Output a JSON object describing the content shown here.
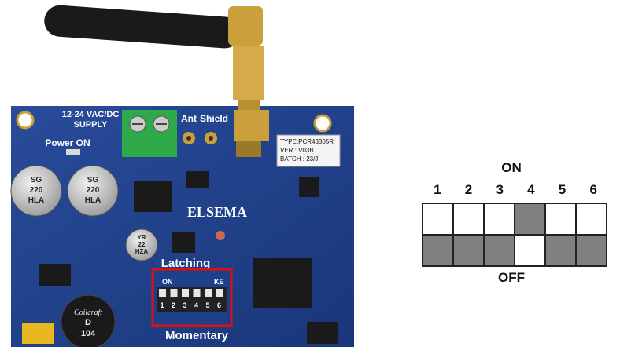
{
  "photo": {
    "board_labels": {
      "supply": "12-24 VAC/DC\nSUPPLY",
      "supply_line1": "12-24 VAC/DC",
      "supply_line2": "SUPPLY",
      "power_on": "Power ON",
      "ant": "Ant",
      "shield": "Shield",
      "brand": "ELSEMA",
      "latching": "Latching",
      "momentary": "Momentary",
      "dip_on": "ON",
      "dip_ke": "KE",
      "dip_numbers": [
        "1",
        "2",
        "3",
        "4",
        "5",
        "6"
      ]
    },
    "sticker": {
      "type": "TYPE:PCR43305R",
      "ver": "VER : V03B",
      "batch": "BATCH : 23/J"
    },
    "caps": {
      "cap1_line1": "SG",
      "cap1_line2": "220",
      "cap1_line3": "HLA",
      "cap2_line1": "SG",
      "cap2_line2": "220",
      "cap2_line3": "HLA",
      "cap3_line1": "YR",
      "cap3_line2": "22",
      "cap3_line3": "HZA"
    },
    "inductor": {
      "line1": "Coilcraft",
      "line2": "D",
      "line3": "104"
    },
    "colors": {
      "pcb": "#1e3f8a",
      "pcb_dark": "#15306e",
      "highlight_box": "#e01010",
      "terminal": "#2eaa4a",
      "gold": "#c9a03c",
      "antenna": "#222222"
    }
  },
  "dip_diagram": {
    "on_label": "ON",
    "off_label": "OFF",
    "switch_numbers": [
      "1",
      "2",
      "3",
      "4",
      "5",
      "6"
    ],
    "positions": [
      "OFF",
      "OFF",
      "OFF",
      "ON",
      "OFF",
      "OFF"
    ],
    "colors": {
      "filled": "#808080",
      "empty": "#ffffff",
      "border": "#222222"
    }
  }
}
